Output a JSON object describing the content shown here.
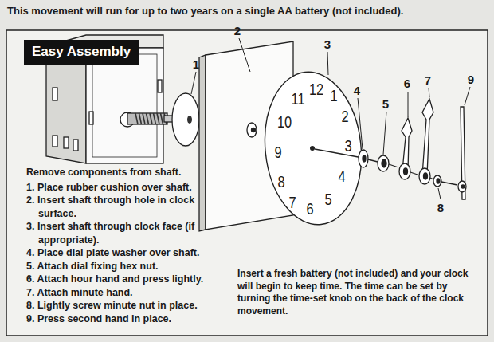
{
  "diagram": {
    "title": "This movement will run for up to two years on a single AA battery (not included).",
    "nodes": [
      {
        "text": [
          "Easy Assembly"
        ]
      }
    ],
    "labels": [
      "1",
      "2",
      "3",
      "4",
      "5",
      "6",
      "7",
      "8",
      "9",
      "12",
      "1",
      "2",
      "3",
      "4",
      "5",
      "6",
      "7",
      "8",
      "9",
      "10",
      "11",
      "Remove components from shaft.",
      "1. Place rubber cushion over shaft.",
      "2. Insert shaft through hole in clock surface.",
      "3. Insert shaft through clock face (if appropriate).",
      "4. Place dial plate washer over shaft.",
      "5. Attach dial fixing hex nut.",
      "6. Attach hour hand and press lightly.",
      "7. Attach minute hand.",
      "8. Lightly screw minute nut in place.",
      "9. Press second hand in place.",
      "Insert a fresh battery (not included) and your clock will begin to keep time. The time can be set by turning the time-set knob on the back of the clock movement."
    ]
  }
}
